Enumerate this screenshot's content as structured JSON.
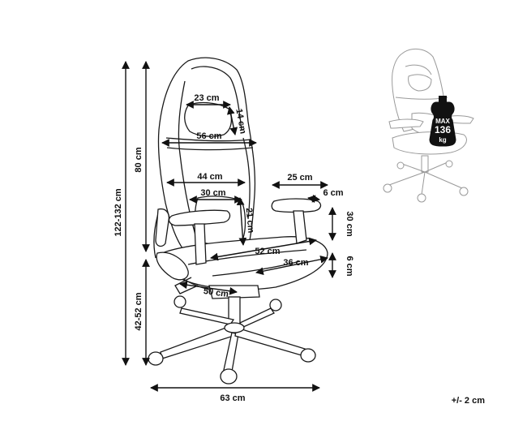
{
  "dimensions": {
    "total_height": "122-132 cm",
    "back_height": "80 cm",
    "seat_height": "42-52 cm",
    "base_width": "63 cm",
    "headrest_width": "23 cm",
    "headrest_depth": "14 cm",
    "shoulder_width": "56 cm",
    "back_width": "44 cm",
    "lumbar_width": "30 cm",
    "lumbar_height": "21 cm",
    "armrest_length": "25 cm",
    "armrest_width": "6 cm",
    "armrest_height": "30 cm",
    "seat_depth": "52 cm",
    "seat_inner_depth": "36 cm",
    "seat_thickness": "6 cm",
    "seat_width": "50 cm"
  },
  "weight_badge": {
    "top": "MAX",
    "value": "136",
    "unit": "kg"
  },
  "tolerance": "+/- 2 cm"
}
